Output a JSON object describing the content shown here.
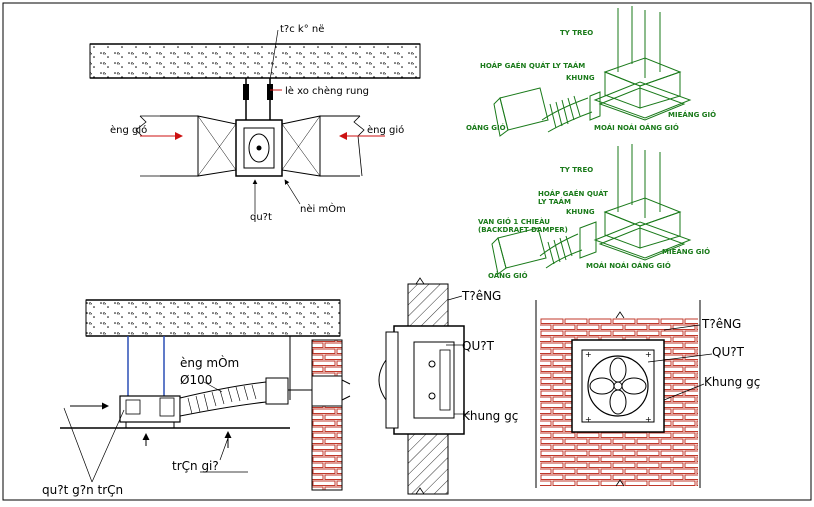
{
  "labels": {
    "top_left": {
      "hanger": "t?c k° në",
      "spring": "lè xo chèng rung",
      "air_left": "èng gió",
      "air_right": "èng gió",
      "fan": "qu?t",
      "soft_joint": "nèi mÒm"
    },
    "iso_top": {
      "rod": "TY TREO",
      "frame_clamp": "HOÁP GAÉN QUÁT LY TAÁM",
      "frame": "KHUNG",
      "duct": "OÁNG GIÓ",
      "grille": "MIEÁNG GIÓ",
      "flex": "MOÁI NOÁI OÁNG GIÓ"
    },
    "iso_bottom": {
      "rod": "TY TREO",
      "frame_clamp_1": "HOÁP GAÉN QUÁT",
      "frame_clamp_2": "LY TAÁM",
      "frame": "KHUNG",
      "damper_1": "VAN GIÓ 1 CHIEÀU",
      "damper_2": "(BACKDRAFT DAMPER)",
      "duct": "OÁNG GIÓ",
      "grille": "MIEÁNG GIÓ",
      "flex": "MOÁI NOÁI OÁNG GIÓ"
    },
    "bottom_left": {
      "flex_duct": "èng mÒm",
      "diameter": "Ø100",
      "ceiling_fan": "qu?t g?n trÇn",
      "false_ceiling": "trÇn gi?"
    },
    "wall_section": {
      "wall": "T?êNG",
      "fan": "QU?T",
      "frame": "Khung gç"
    },
    "wall_front": {
      "wall": "T?êNG",
      "fan": "QU?T",
      "frame": "Khung gç"
    }
  },
  "colors": {
    "line": "#000000",
    "arrow": "#cc1111",
    "iso": "#1a7a1a",
    "rod_blue": "#2b4fb5",
    "brick": "#c0392b"
  }
}
